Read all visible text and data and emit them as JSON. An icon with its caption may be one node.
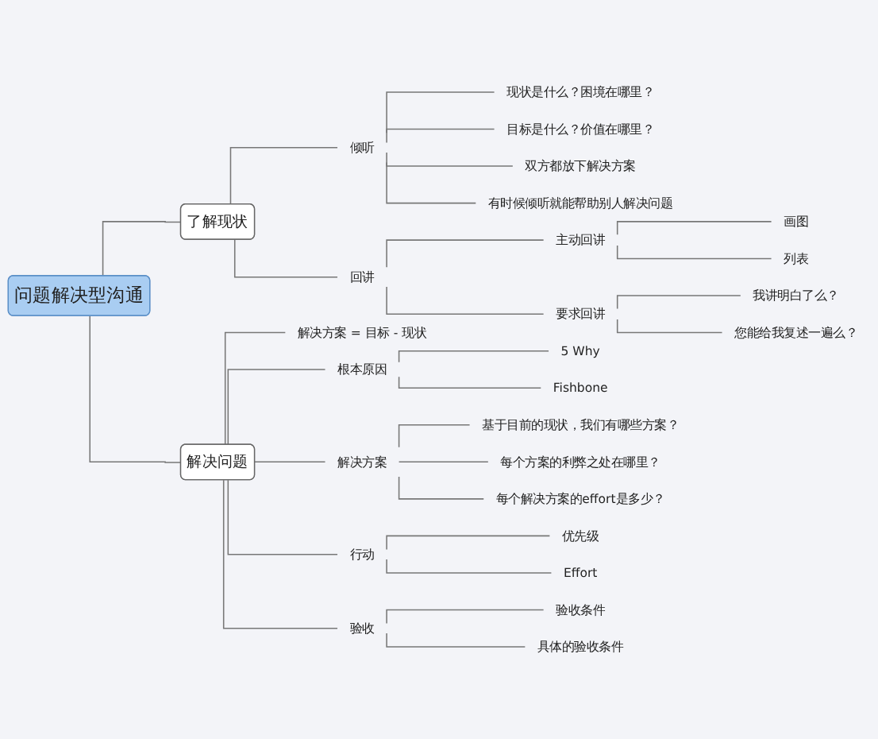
{
  "diagram": {
    "nodes": [
      {
        "text": [
          "问题解决型沟通"
        ]
      },
      {
        "text": [
          "了解现状"
        ]
      },
      {
        "text": [
          "倾听"
        ]
      },
      {
        "text": [
          "现状是什么？困境在哪里？"
        ]
      },
      {
        "text": [
          "目标是什么？价值在哪里？"
        ]
      },
      {
        "text": [
          "双方都放下解决方案"
        ]
      },
      {
        "text": [
          "有时候倾听就能帮助别人解决问题"
        ]
      },
      {
        "text": [
          "回讲"
        ]
      },
      {
        "text": [
          "主动回讲"
        ]
      },
      {
        "text": [
          "画图"
        ]
      },
      {
        "text": [
          "列表"
        ]
      },
      {
        "text": [
          "要求回讲"
        ]
      },
      {
        "text": [
          "我讲明白了么？"
        ]
      },
      {
        "text": [
          "您能给我复述一遍么？"
        ]
      },
      {
        "text": [
          "解决问题"
        ]
      },
      {
        "text": [
          "解决方案 = 目标 - 现状"
        ]
      },
      {
        "text": [
          "根本原因"
        ]
      },
      {
        "text": [
          "5 Why"
        ]
      },
      {
        "text": [
          "Fishbone"
        ]
      },
      {
        "text": [
          "解决方案"
        ]
      },
      {
        "text": [
          "基于目前的现状，我们有哪些方案？"
        ]
      },
      {
        "text": [
          "每个方案的利弊之处在哪里？"
        ]
      },
      {
        "text": [
          "每个解决方案的effort是多少？"
        ]
      },
      {
        "text": [
          "行动"
        ]
      },
      {
        "text": [
          "优先级"
        ]
      },
      {
        "text": [
          "Effort"
        ]
      },
      {
        "text": [
          "验收"
        ]
      },
      {
        "text": [
          "验收条件"
        ]
      },
      {
        "text": [
          "具体的验收条件"
        ]
      }
    ],
    "edges": [
      {
        "from": 0,
        "to": 1,
        "arrow": "none"
      },
      {
        "from": 1,
        "to": 2,
        "arrow": "none"
      },
      {
        "from": 2,
        "to": 3,
        "arrow": "none"
      },
      {
        "from": 2,
        "to": 4,
        "arrow": "none"
      },
      {
        "from": 2,
        "to": 5,
        "arrow": "none"
      },
      {
        "from": 2,
        "to": 6,
        "arrow": "none"
      },
      {
        "from": 1,
        "to": 7,
        "arrow": "none"
      },
      {
        "from": 7,
        "to": 8,
        "arrow": "none"
      },
      {
        "from": 8,
        "to": 9,
        "arrow": "none"
      },
      {
        "from": 8,
        "to": 10,
        "arrow": "none"
      },
      {
        "from": 7,
        "to": 11,
        "arrow": "none"
      },
      {
        "from": 11,
        "to": 12,
        "arrow": "none"
      },
      {
        "from": 11,
        "to": 13,
        "arrow": "none"
      },
      {
        "from": 0,
        "to": 14,
        "arrow": "none"
      },
      {
        "from": 14,
        "to": 15,
        "arrow": "none"
      },
      {
        "from": 14,
        "to": 16,
        "arrow": "none"
      },
      {
        "from": 16,
        "to": 17,
        "arrow": "none"
      },
      {
        "from": 16,
        "to": 18,
        "arrow": "none"
      },
      {
        "from": 14,
        "to": 19,
        "arrow": "none"
      },
      {
        "from": 19,
        "to": 20,
        "arrow": "none"
      },
      {
        "from": 19,
        "to": 21,
        "arrow": "none"
      },
      {
        "from": 19,
        "to": 22,
        "arrow": "none"
      },
      {
        "from": 14,
        "to": 23,
        "arrow": "none"
      },
      {
        "from": 23,
        "to": 24,
        "arrow": "none"
      },
      {
        "from": 23,
        "to": 25,
        "arrow": "none"
      },
      {
        "from": 14,
        "to": 26,
        "arrow": "none"
      },
      {
        "from": 26,
        "to": 27,
        "arrow": "none"
      },
      {
        "from": 26,
        "to": 28,
        "arrow": "none"
      }
    ]
  }
}
